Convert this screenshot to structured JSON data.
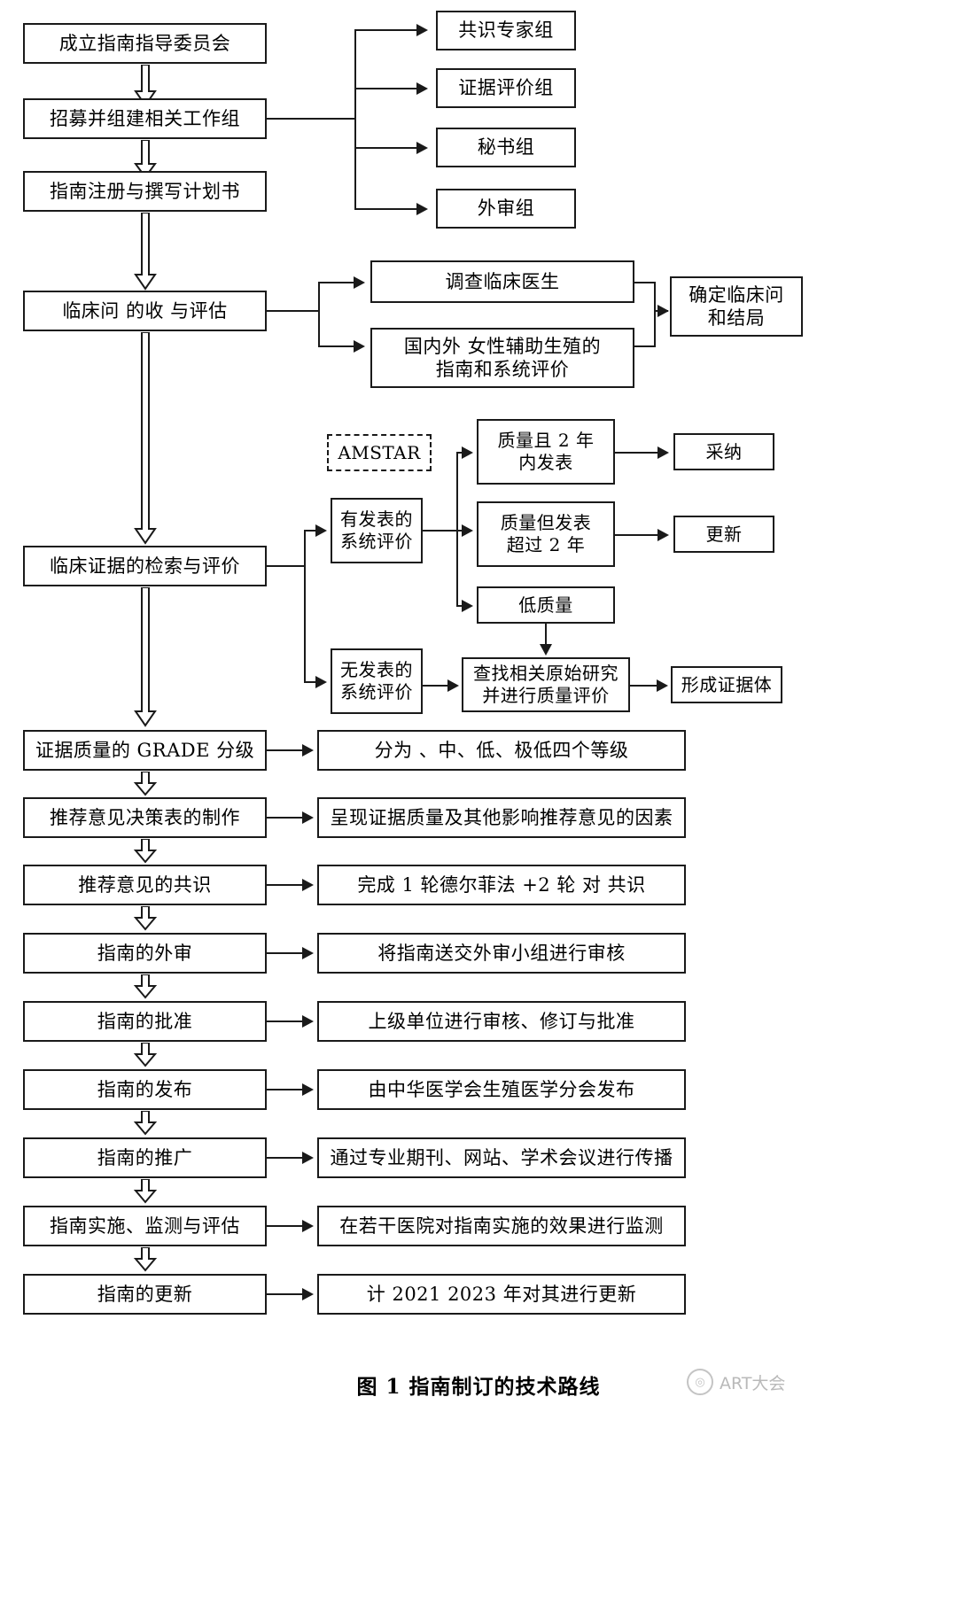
{
  "figure": {
    "caption": "图 1    指南制订的技术路线",
    "watermark": "ART大会",
    "watermark_icon": "wechat-official-account-icon"
  },
  "main_flow": [
    {
      "id": "step-1",
      "label": "成立指南指导委员会"
    },
    {
      "id": "step-2",
      "label": "招募并组建相关工作组"
    },
    {
      "id": "step-3",
      "label": "指南注册与撰写计划书"
    },
    {
      "id": "step-4",
      "label": "临床问   的收   与评估"
    },
    {
      "id": "step-5",
      "label": "临床证据的检索与评价"
    },
    {
      "id": "step-6",
      "label": "证据质量的 GRADE 分级"
    },
    {
      "id": "step-7",
      "label": "推荐意见决策表的制作"
    },
    {
      "id": "step-8",
      "label": "推荐意见的共识"
    },
    {
      "id": "step-9",
      "label": "指南的外审"
    },
    {
      "id": "step-10",
      "label": "指南的批准"
    },
    {
      "id": "step-11",
      "label": "指南的发布"
    },
    {
      "id": "step-12",
      "label": "指南的推广"
    },
    {
      "id": "step-13",
      "label": "指南实施、监测与评估"
    },
    {
      "id": "step-14",
      "label": "指南的更新"
    }
  ],
  "working_groups": [
    {
      "id": "group-consensus-experts",
      "label": "共识专家组"
    },
    {
      "id": "group-evidence-appraisal",
      "label": "证据评价组"
    },
    {
      "id": "group-secretariat",
      "label": "秘书组"
    },
    {
      "id": "group-external-review",
      "label": "外审组"
    }
  ],
  "question_branch": {
    "survey": "调查临床医生",
    "literature": "国内外      女性辅助生殖的\n指南和系统评价",
    "result": "确定临床问\n和结局"
  },
  "evidence_branch": {
    "amstar": "AMSTAR",
    "published_sr": "有发表的\n系统评价",
    "unpublished_sr": "无发表的\n系统评价",
    "quality_within_2y": "质量且 2 年\n内发表",
    "quality_over_2y": "质量但发表\n超过 2 年",
    "low_quality": "低质量",
    "adopt": "采纳",
    "update": "更新",
    "find_primary_studies": "查找相关原始研究\n并进行质量评价",
    "evidence_body": "形成证据体"
  },
  "side_notes": [
    {
      "id": "note-grade",
      "label": "分为   、中、低、极低四个等级"
    },
    {
      "id": "note-decision",
      "label": "呈现证据质量及其他影响推荐意见的因素"
    },
    {
      "id": "note-consensus",
      "label": "完成 1 轮德尔菲法 +2 轮   对   共识"
    },
    {
      "id": "note-extreview",
      "label": "将指南送交外审小组进行审核"
    },
    {
      "id": "note-approval",
      "label": "上级单位进行审核、修订与批准"
    },
    {
      "id": "note-publish",
      "label": "由中华医学会生殖医学分会发布"
    },
    {
      "id": "note-promotion",
      "label": "通过专业期刊、网站、学术会议进行传播"
    },
    {
      "id": "note-monitoring",
      "label": "在若干医院对指南实施的效果进行监测"
    },
    {
      "id": "note-update",
      "label": "计 2021    2023 年对其进行更新"
    }
  ],
  "colors": {
    "stroke": "#1a1a1a",
    "background": "#ffffff",
    "watermark": "#b9b9b9"
  }
}
